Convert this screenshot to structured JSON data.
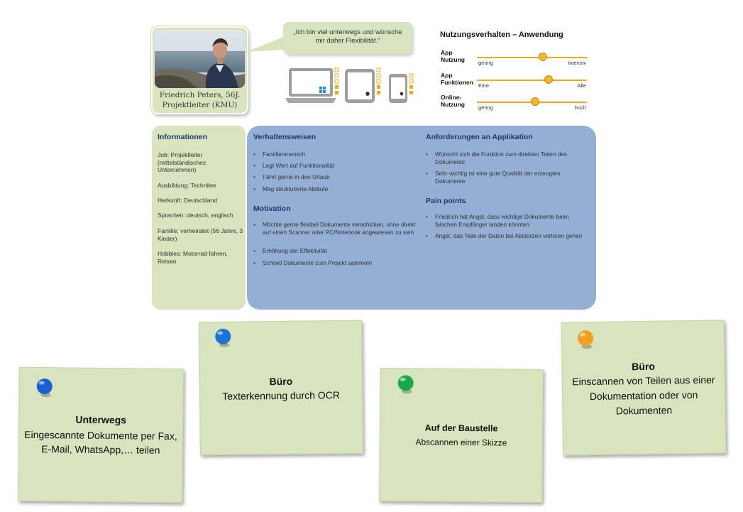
{
  "persona": {
    "name_line": "Friedrich Peters, 56J.",
    "role_line": "Projektleiter (KMU)",
    "quote_line1": "„Ich bin viel unterwegs und wünsche",
    "quote_line2": "mir daher Flexibilität.“"
  },
  "usage": {
    "title": "Nutzungsverhalten – Anwendung",
    "sliders": [
      {
        "label1": "App",
        "label2": "Nutzung",
        "left": "gering",
        "right": "intensiv",
        "level": 0.6
      },
      {
        "label1": "App",
        "label2": "Funktionen",
        "left": "Eine",
        "right": "Alle",
        "level": 0.65
      },
      {
        "label1": "Online-",
        "label2": "Nutzung",
        "left": "gering",
        "right": "hoch",
        "level": 0.53
      }
    ]
  },
  "info": {
    "title": "Informationen",
    "items": [
      "Job: Projektleiter (mittelständisches Unternehmen)",
      "Ausbildung: Techniker",
      "Herkunft: Deutschland",
      "Sprachen: deutsch, englisch",
      "Familie: verheiratet (56 Jahre, 3 Kinder)",
      "Hobbies: Motorrad fahren, Reisen"
    ]
  },
  "behaviour": {
    "title": "Verhaltensweisen",
    "items": [
      "Familienmensch",
      "Legt Wert auf Funktionalität",
      "Fährt gerne in den Urlaub",
      "Mag strukturierte Abläufe"
    ]
  },
  "motivation": {
    "title": "Motivation",
    "items": [
      "Möchte gerne flexibel Dokumente verschicken, ohne direkt auf einen Scanner oder PC/Notebook angewiesen zu sein",
      "Erhöhung der Effektivität",
      "Schnell Dokumente zum Projekt sammeln"
    ]
  },
  "requirements": {
    "title": "Anforderungen an Applikation",
    "items": [
      "Wünscht sich die Funktion zum direkten Teilen des Dokuments",
      "Sehr wichtig ist eine gute Qualität der erzeugten Dokumente"
    ]
  },
  "pain_points": {
    "title": "Pain points",
    "items": [
      "Friedrich hat Angst, dass wichtige Dokumente beim falschen Empfänger landen könnten",
      "Angst, das Teile der Daten bei Abstürzen verloren gehen"
    ]
  },
  "notes": [
    {
      "title": "Unterwegs",
      "text": "Eingescannte Dokumente per Fax, E-Mail, WhatsApp,… teilen",
      "pin_color": "#1a5fd0"
    },
    {
      "title": "Büro",
      "text": "Texterkennung durch OCR",
      "pin_color": "#1a73d8"
    },
    {
      "title": "Auf der Baustelle",
      "text": "Abscannen einer Skizze",
      "pin_color": "#1aa84a"
    },
    {
      "title": "Büro",
      "text": "Einscannen von Teilen aus einer Dokumentation oder von Dokumenten",
      "pin_color": "#f0a020"
    }
  ],
  "colors": {
    "green_panel": "#d7e4bd",
    "blue_panel": "#93afd5",
    "heading": "#1f3864",
    "accent": "#f0a818"
  },
  "icons": [
    "laptop-windows-icon",
    "tablet-apple-icon",
    "phone-apple-icon"
  ]
}
